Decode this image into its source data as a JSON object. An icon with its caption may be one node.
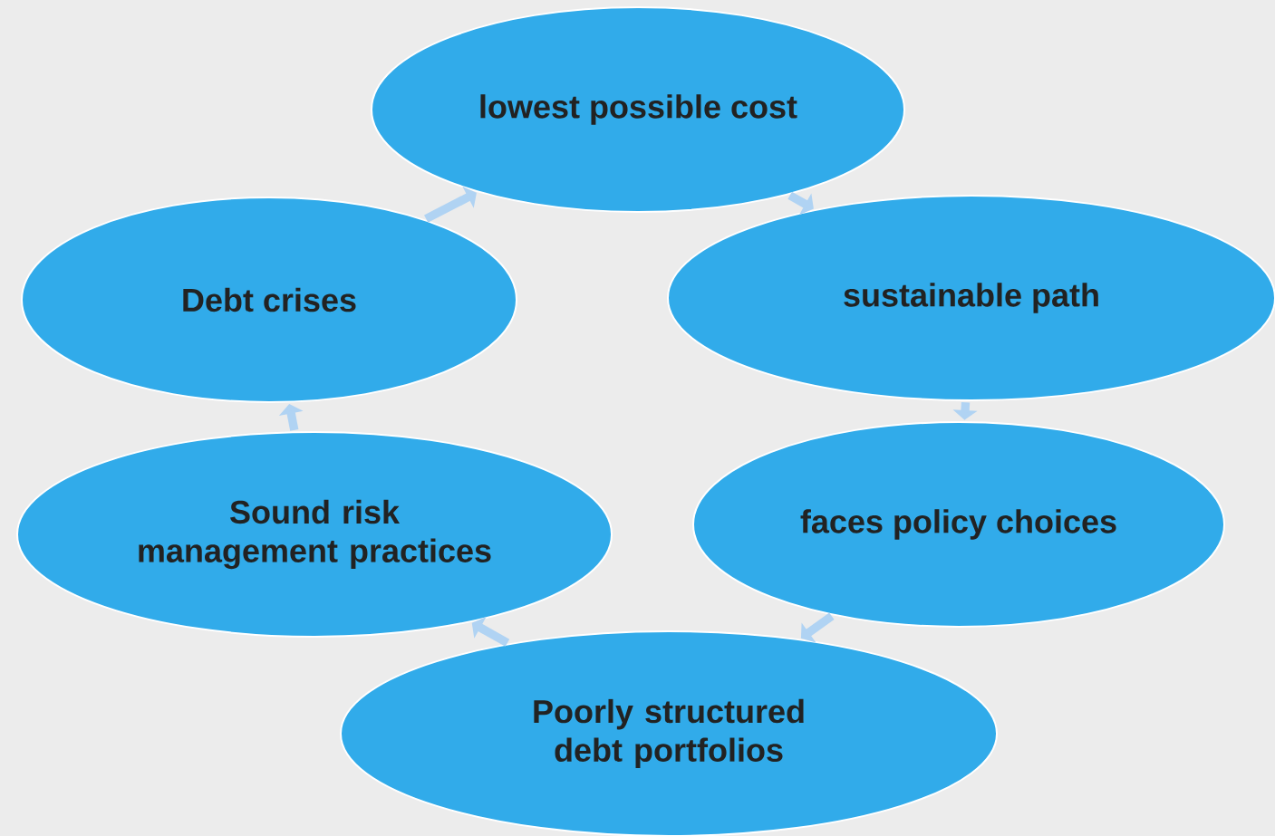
{
  "diagram": {
    "nodes": [
      {
        "text": [
          "lowest possible cost"
        ]
      },
      {
        "text": [
          "sustainable path"
        ]
      },
      {
        "text": [
          "faces policy choices"
        ]
      },
      {
        "text": [
          "Poorly structured debt portfolios"
        ]
      },
      {
        "text": [
          "Sound risk management practices"
        ]
      },
      {
        "text": [
          "Debt crises"
        ]
      }
    ],
    "edges": [
      {
        "from": 0,
        "to": 1,
        "arrow": "to"
      },
      {
        "from": 1,
        "to": 2,
        "arrow": "to"
      },
      {
        "from": 2,
        "to": 3,
        "arrow": "to"
      },
      {
        "from": 3,
        "to": 4,
        "arrow": "to"
      },
      {
        "from": 4,
        "to": 5,
        "arrow": "to"
      },
      {
        "from": 5,
        "to": 0,
        "arrow": "to"
      }
    ]
  }
}
